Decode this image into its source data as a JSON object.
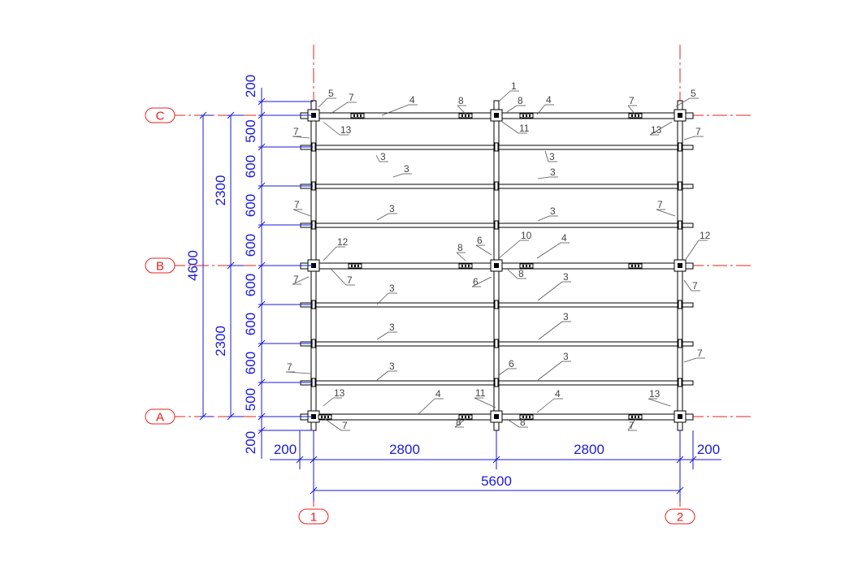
{
  "axes": {
    "rows": [
      "C",
      "B",
      "A"
    ],
    "cols": [
      "1",
      "2"
    ]
  },
  "dimensions": {
    "left_outer": "4600",
    "left_mid": [
      "2300",
      "2300"
    ],
    "left_inner": [
      "200",
      "500",
      "600",
      "600",
      "600",
      "600",
      "600",
      "600",
      "500",
      "200"
    ],
    "bottom_segments": [
      "200",
      "2800",
      "2800",
      "200"
    ],
    "bottom_overall": "5600"
  },
  "callouts": [
    "1",
    "3",
    "4",
    "5",
    "6",
    "7",
    "8",
    "10",
    "11",
    "12",
    "13"
  ],
  "colors": {
    "axis": "#e8201c",
    "dimension": "#1a1ad8",
    "member": "#000000",
    "callout": "#444444"
  }
}
